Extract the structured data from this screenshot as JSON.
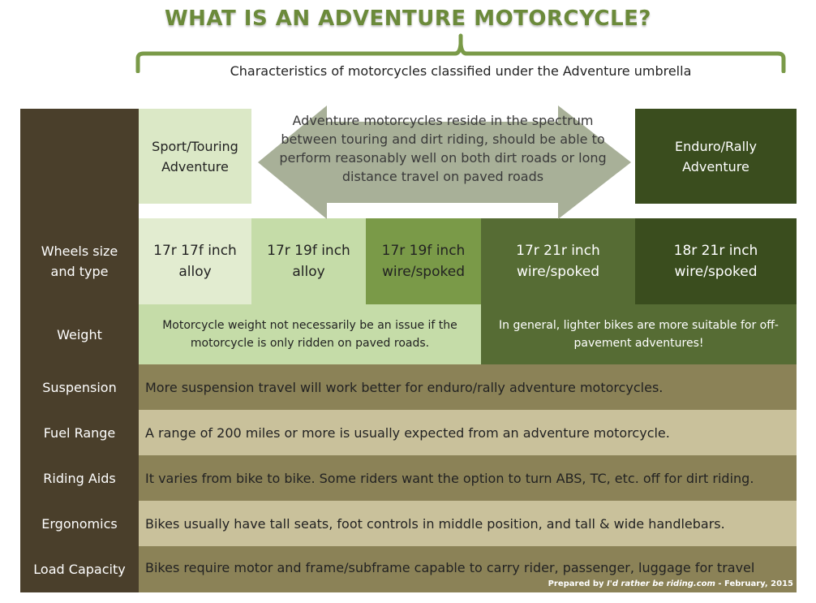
{
  "title": "WHAT IS AN ADVENTURE MOTORCYCLE?",
  "subtitle": "Characteristics of motorcycles classified under the Adventure umbrella",
  "header": {
    "left_type": "Sport/Touring Adventure",
    "right_type": "Enduro/Rally Adventure",
    "spectrum_text": "Adventure motorcycles reside in the spectrum between touring and dirt riding,  should be able to perform reasonably well on both dirt roads or long distance travel on paved roads"
  },
  "rows": {
    "wheels": {
      "label": "Wheels size and type",
      "cells": [
        {
          "text": "17r 17f inch alloy",
          "bg": "#e2ecd0",
          "fg": "#222222"
        },
        {
          "text": "17r 19f inch alloy",
          "bg": "#c5dca8",
          "fg": "#222222"
        },
        {
          "text": "17r 19f inch wire/spoked",
          "bg": "#7a9a48",
          "fg": "#222222"
        },
        {
          "text": "17r 21r inch wire/spoked",
          "bg": "#566c34",
          "fg": "#ffffff"
        },
        {
          "text": "18r 21r inch wire/spoked",
          "bg": "#3a4d1e",
          "fg": "#ffffff"
        }
      ]
    },
    "weight": {
      "label": "Weight",
      "left_text": "Motorcycle weight not necessarily be an issue if the motorcycle is only ridden on paved roads.",
      "right_text": "In general, lighter bikes are more suitable for off-pavement adventures!"
    },
    "suspension": {
      "label": "Suspension",
      "text": "More suspension travel will work better for enduro/rally adventure motorcycles."
    },
    "fuel": {
      "label": "Fuel Range",
      "text": "A range of 200 miles or more is usually expected from an adventure motorcycle."
    },
    "aids": {
      "label": "Riding Aids",
      "text": "It varies from bike to bike. Some riders want the option to turn ABS, TC, etc. off for dirt riding."
    },
    "ergonomics": {
      "label": "Ergonomics",
      "text": "Bikes usually have tall seats, foot controls in middle position, and tall & wide handlebars."
    },
    "load": {
      "label": "Load Capacity",
      "text": "Bikes require motor and frame/subframe capable to carry rider, passenger, luggage for travel"
    }
  },
  "credit": {
    "prefix": "Prepared by ",
    "site": "I'd rather be riding.com",
    "suffix": " - February, 2015"
  },
  "colors": {
    "dark_brown": "#4a3f2b",
    "olive_band": "#8b8257",
    "beige_band": "#c9c19b",
    "light_green": "#dbe8c6",
    "dark_green": "#3a4d1e",
    "arrow": "#a3ac92",
    "brace": "#7a9a48"
  }
}
